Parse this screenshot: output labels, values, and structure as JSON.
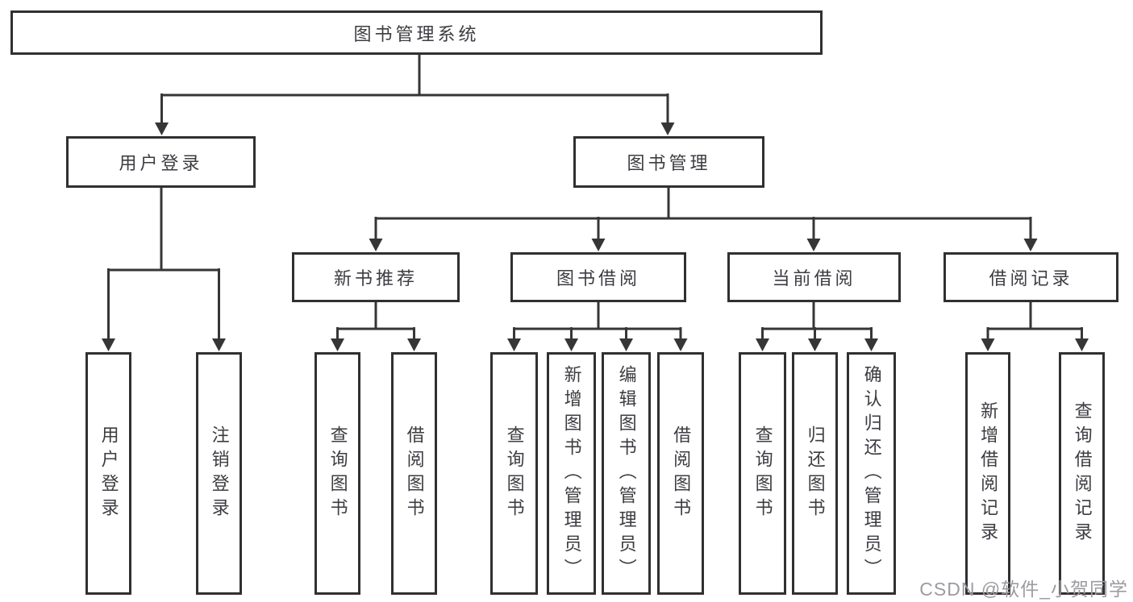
{
  "diagram": {
    "root": {
      "label": "图书管理系统"
    },
    "user_login": {
      "label": "用户登录",
      "children": [
        {
          "label": "用户登录"
        },
        {
          "label": "注销登录"
        }
      ]
    },
    "book_management": {
      "label": "图书管理",
      "modules": [
        {
          "label": "新书推荐",
          "children": [
            {
              "label": "查询图书"
            },
            {
              "label": "借阅图书"
            }
          ]
        },
        {
          "label": "图书借阅",
          "children": [
            {
              "label": "查询图书"
            },
            {
              "label": "新增图书（管理员）"
            },
            {
              "label": "编辑图书（管理员）"
            },
            {
              "label": "借阅图书"
            }
          ]
        },
        {
          "label": "当前借阅",
          "children": [
            {
              "label": "查询图书"
            },
            {
              "label": "归还图书"
            },
            {
              "label": "确认归还（管理员）"
            }
          ]
        },
        {
          "label": "借阅记录",
          "children": [
            {
              "label": "新增借阅记录"
            },
            {
              "label": "查询借阅记录"
            }
          ]
        }
      ]
    }
  },
  "watermark": {
    "text": "CSDN @软件_小贺同学"
  },
  "colors": {
    "line": "#363636",
    "border": "#303030",
    "text": "#3c3c42",
    "watermark_text": "#9b9ba1",
    "background": "#ffffff"
  }
}
